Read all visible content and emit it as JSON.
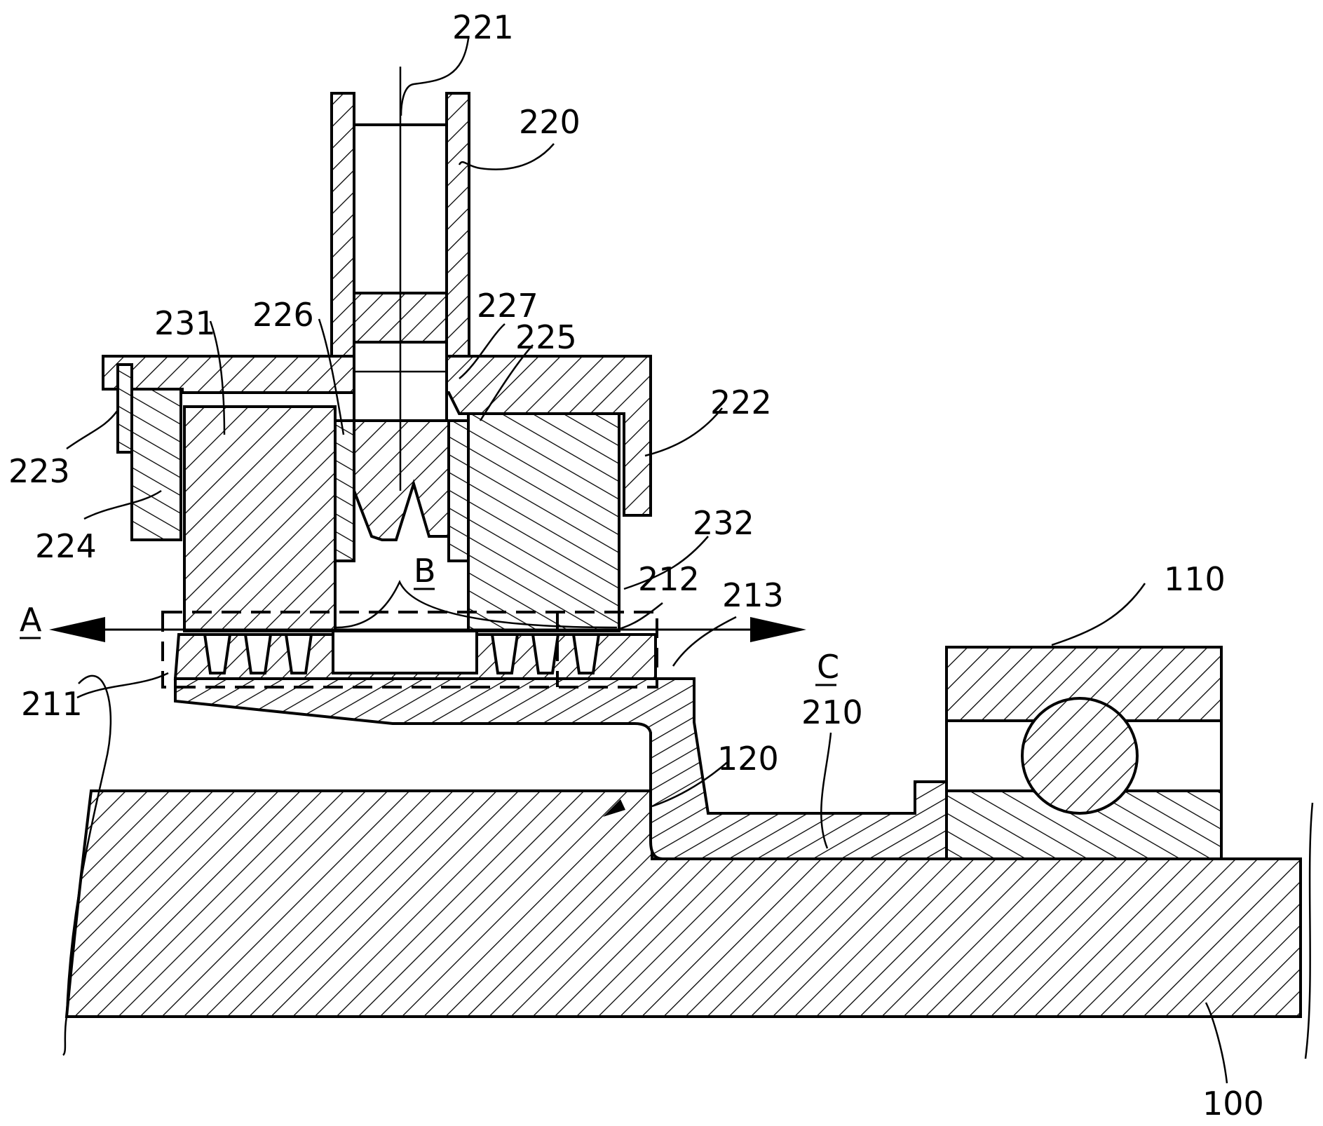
{
  "figure": {
    "labels": {
      "l221": "221",
      "l220": "220",
      "l227": "227",
      "l225": "225",
      "l231": "231",
      "l226": "226",
      "l222": "222",
      "l223": "223",
      "l224": "224",
      "l232": "232",
      "l212": "212",
      "l213": "213",
      "l110": "110",
      "l211": "211",
      "l210": "210",
      "l120": "120",
      "l100": "100"
    },
    "markers": {
      "a": "A",
      "b": "B",
      "c": "C"
    }
  }
}
